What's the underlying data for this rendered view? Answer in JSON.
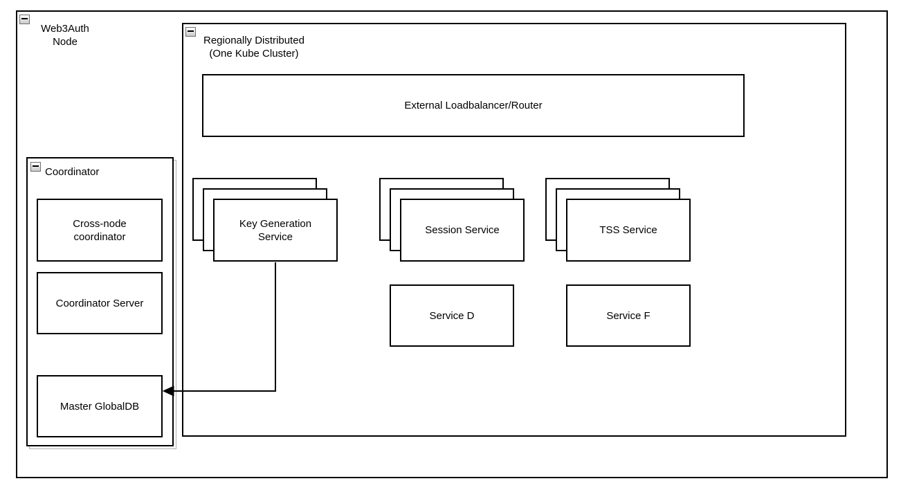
{
  "diagram": {
    "type": "architecture-diagram",
    "containers": {
      "web3auth_node": "Web3Auth\nNode",
      "region": "Regionally Distributed\n(One Kube Cluster)",
      "coordinator": "Coordinator"
    },
    "nodes": {
      "loadbalancer": "External Loadbalancer/Router",
      "cross_node": "Cross-node\ncoordinator",
      "coordinator_server": "Coordinator Server",
      "master_globaldb": "Master GlobalDB",
      "key_generation": "Key Generation\nService",
      "session_service": "Session Service",
      "tss_service": "TSS Service",
      "service_d": "Service D",
      "service_f": "Service F"
    },
    "stacks": {
      "replica_layers": 3
    },
    "icons": {
      "collapse": "minus-collapse-icon"
    },
    "colors": {
      "line": "#000000",
      "fill": "#ffffff",
      "shadow_outline": "#b0b0b0",
      "collapse_gradient_bottom": "#c9c9c9"
    },
    "connections": [
      {
        "from": "key_generation",
        "to": "master_globaldb",
        "style": "orthogonal-arrow"
      }
    ]
  }
}
